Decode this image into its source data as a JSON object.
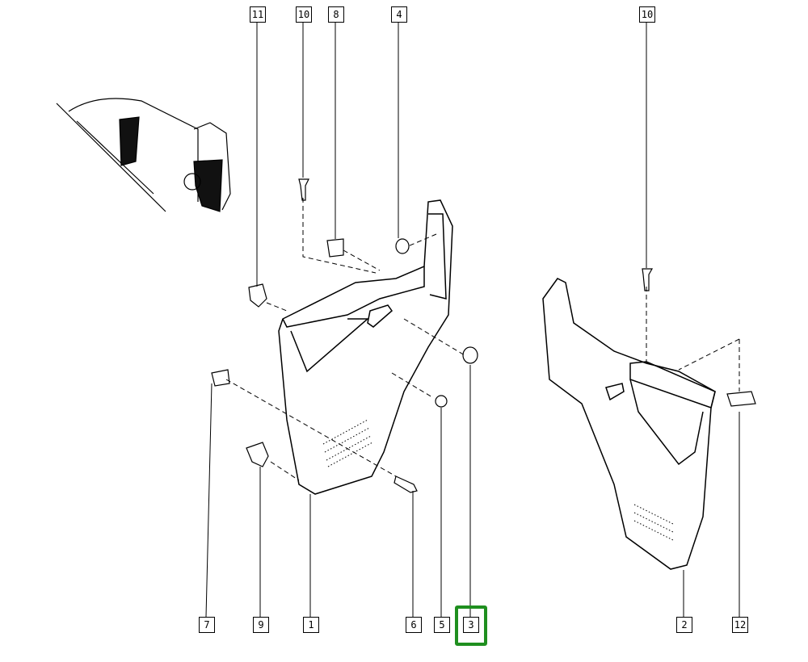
{
  "diagram": {
    "highlight_color": "#1f8f1f",
    "highlighted_part": "3",
    "callouts_top": [
      {
        "id": "c11",
        "label": "11"
      },
      {
        "id": "c10a",
        "label": "10"
      },
      {
        "id": "c8",
        "label": "8"
      },
      {
        "id": "c4",
        "label": "4"
      },
      {
        "id": "c10b",
        "label": "10"
      }
    ],
    "callouts_bottom": [
      {
        "id": "c7",
        "label": "7"
      },
      {
        "id": "c9",
        "label": "9"
      },
      {
        "id": "c1",
        "label": "1"
      },
      {
        "id": "c6",
        "label": "6"
      },
      {
        "id": "c5",
        "label": "5"
      },
      {
        "id": "c3",
        "label": "3"
      },
      {
        "id": "c2",
        "label": "2"
      },
      {
        "id": "c12",
        "label": "12"
      }
    ]
  }
}
